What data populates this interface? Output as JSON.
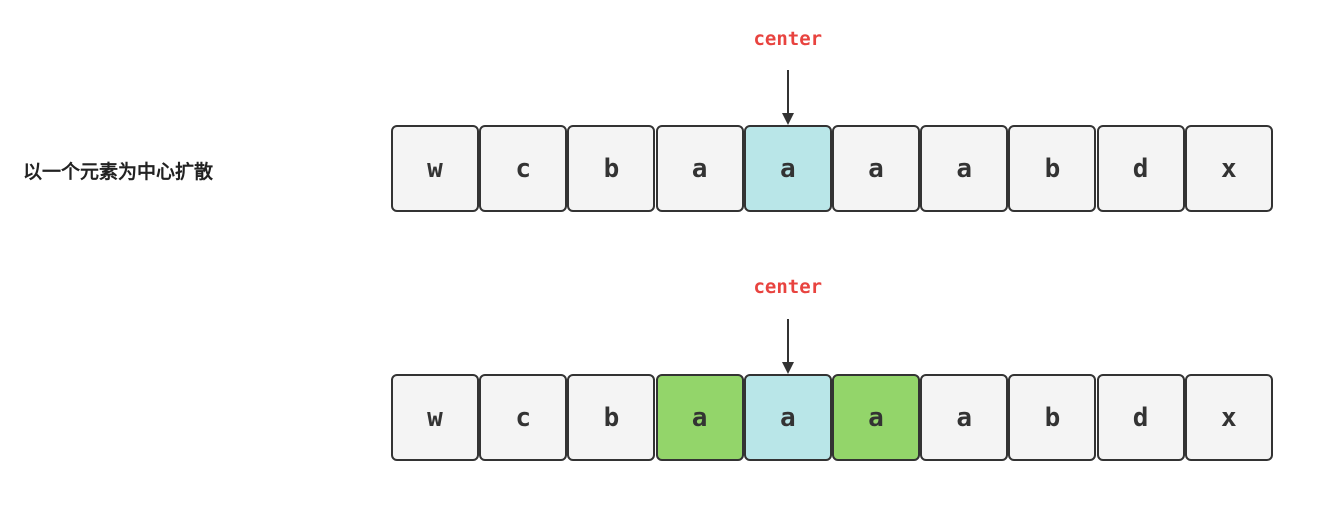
{
  "label": "以一个元素为中心扩散",
  "colors": {
    "default": "#f4f4f4",
    "center": "#b9e6e8",
    "expanded": "#93d56a",
    "pointer_text": "#e8433f"
  },
  "rows": [
    {
      "pointer": "center",
      "cells": [
        {
          "char": "w",
          "state": "default"
        },
        {
          "char": "c",
          "state": "default"
        },
        {
          "char": "b",
          "state": "default"
        },
        {
          "char": "a",
          "state": "default"
        },
        {
          "char": "a",
          "state": "center"
        },
        {
          "char": "a",
          "state": "default"
        },
        {
          "char": "a",
          "state": "default"
        },
        {
          "char": "b",
          "state": "default"
        },
        {
          "char": "d",
          "state": "default"
        },
        {
          "char": "x",
          "state": "default"
        }
      ]
    },
    {
      "pointer": "center",
      "cells": [
        {
          "char": "w",
          "state": "default"
        },
        {
          "char": "c",
          "state": "default"
        },
        {
          "char": "b",
          "state": "default"
        },
        {
          "char": "a",
          "state": "expanded"
        },
        {
          "char": "a",
          "state": "center"
        },
        {
          "char": "a",
          "state": "expanded"
        },
        {
          "char": "a",
          "state": "default"
        },
        {
          "char": "b",
          "state": "default"
        },
        {
          "char": "d",
          "state": "default"
        },
        {
          "char": "x",
          "state": "default"
        }
      ]
    }
  ]
}
